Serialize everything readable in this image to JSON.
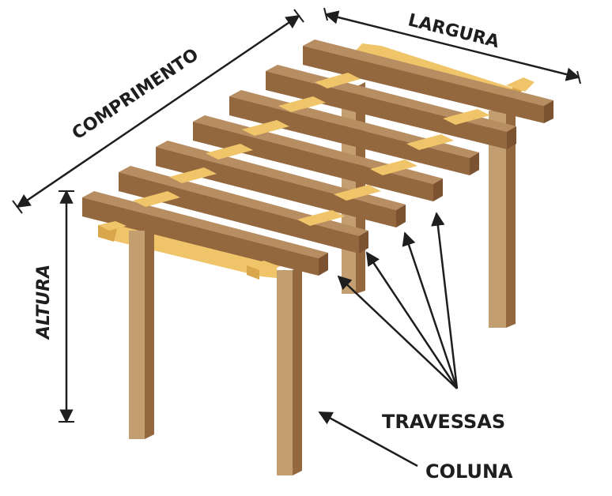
{
  "labels": {
    "comprimento": "COMPRIMENTO",
    "largura": "LARGURA",
    "altura": "ALTURA",
    "travessas": "TRAVESSAS",
    "coluna": "COLUNA"
  },
  "colors": {
    "wood_top": "#b78d62",
    "wood_front": "#94683f",
    "wood_dark": "#7b5331",
    "post_light": "#c39e70",
    "beam_yellow": "#f0c468",
    "beam_yellow_side": "#d9a64b",
    "ink": "#1e1e1e"
  }
}
